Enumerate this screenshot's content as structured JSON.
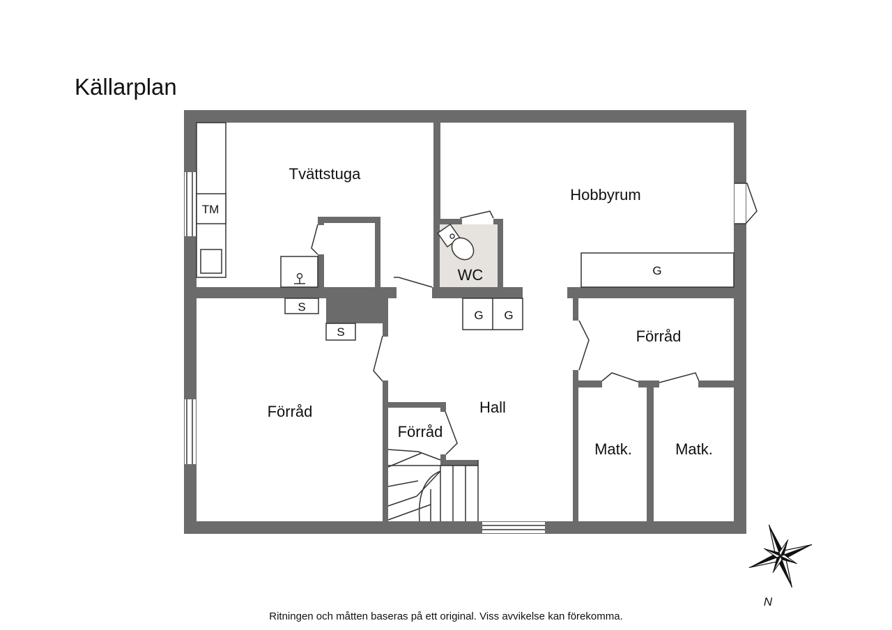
{
  "title": "Källarplan",
  "rooms": {
    "tvattstuga": "Tvättstuga",
    "hobbyrum": "Hobbyrum",
    "wc": "WC",
    "forrad_left": "Förråd",
    "hall": "Hall",
    "forrad_stair": "Förråd",
    "forrad_right": "Förråd",
    "matk_1": "Matk.",
    "matk_2": "Matk."
  },
  "fixtures": {
    "tm": "TM",
    "s_1": "S",
    "s_2": "S",
    "g_1": "G",
    "g_2": "G",
    "g_3": "G"
  },
  "compass_label": "N",
  "footer": "Ritningen och måtten baseras på ett original. Viss avvikelse kan förekomma.",
  "colors": {
    "wall": "#6b6b6b",
    "wc_floor": "#e6e2de",
    "line": "#333333"
  }
}
